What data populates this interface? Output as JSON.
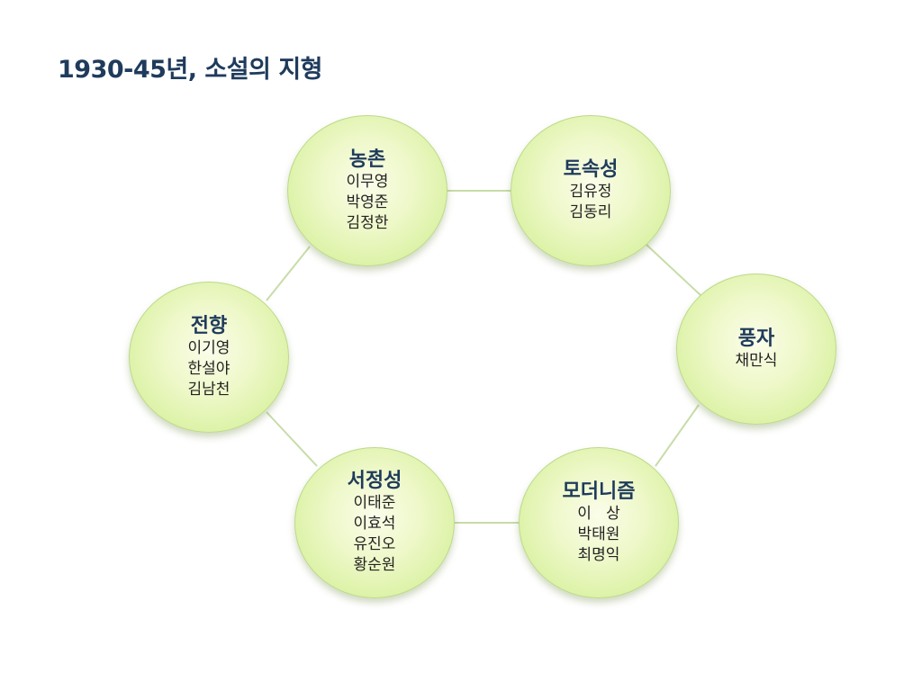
{
  "title": "1930-45년, 소설의 지형",
  "nodes": {
    "nongchon": {
      "label": "농촌",
      "authors": [
        "이무영",
        "박영준",
        "김정한"
      ]
    },
    "tosokseong": {
      "label": "토속성",
      "authors": [
        "김유정",
        "김동리"
      ]
    },
    "jeonhyang": {
      "label": "전향",
      "authors": [
        "이기영",
        "한설야",
        "김남천"
      ]
    },
    "pungja": {
      "label": "풍자",
      "authors": [
        "채만식"
      ]
    },
    "seojeongseong": {
      "label": "서정성",
      "authors": [
        "이태준",
        "이효석",
        "유진오",
        "황순원"
      ]
    },
    "modernism": {
      "label": "모더니즘",
      "authors": [
        "이   상",
        "박태원",
        "최명익"
      ]
    }
  },
  "colors": {
    "title": "#1f3b5c",
    "node_fill": "#d6f09a",
    "connector": "#c8dca8"
  }
}
